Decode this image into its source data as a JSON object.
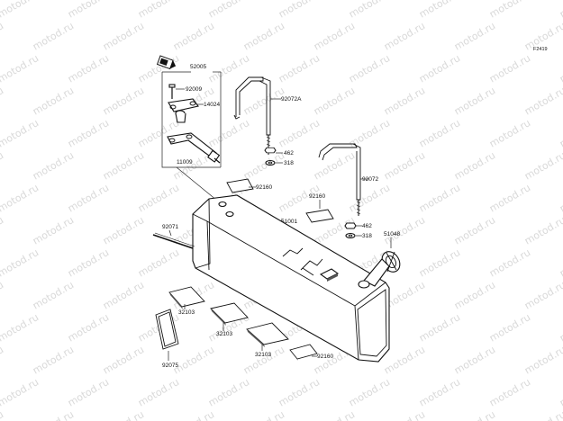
{
  "figure_id": "F2419",
  "watermark_text": "motod.ru",
  "parts": {
    "p52005": "52005",
    "p92009": "92009",
    "p14024": "14024",
    "p11009": "11009",
    "p92072A": "92072A",
    "p462a": "462",
    "p318a": "318",
    "p92160a": "92160",
    "p92160b": "92160",
    "p92072": "92072",
    "p462b": "462",
    "p318b": "318",
    "p51001": "51001",
    "p51048": "51048",
    "p92071": "92071",
    "p32103a": "32103",
    "p32103b": "32103",
    "p32103c": "32103",
    "p92075": "92075",
    "p92160c": "92160"
  },
  "icons": {
    "arrow": "direction-arrow-icon"
  },
  "colors": {
    "line": "#111111",
    "watermark": "#d9d9d9",
    "background": "#ffffff"
  }
}
